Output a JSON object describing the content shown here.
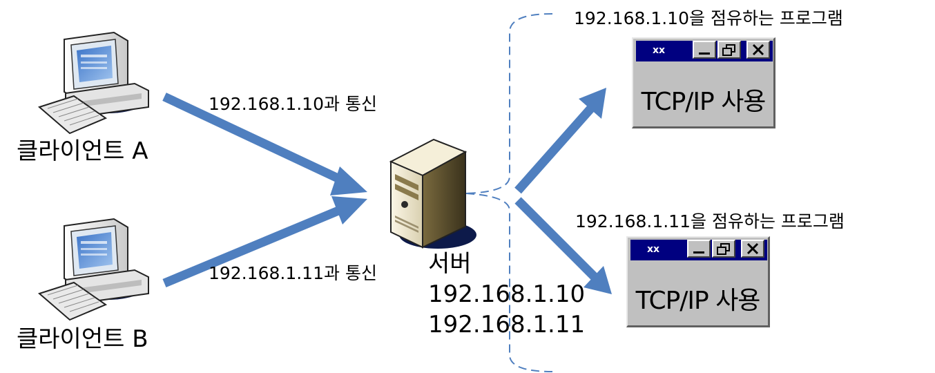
{
  "clients": [
    {
      "label": "클라이언트 A",
      "link": "192.168.1.10과 통신"
    },
    {
      "label": "클라이언트 B",
      "link": "192.168.1.11과 통신"
    }
  ],
  "server": {
    "label": "서버",
    "ips": [
      "192.168.1.10",
      "192.168.1.11"
    ]
  },
  "programs": [
    {
      "title": "192.168.1.10을 점유하는 프로그램",
      "window_title": "xx",
      "body": "TCP/IP 사용"
    },
    {
      "title": "192.168.1.11을 점유하는 프로그램",
      "window_title": "xx",
      "body": "TCP/IP 사용"
    }
  ],
  "colors": {
    "arrow": "#4f7fbf",
    "bracket": "#4f7fbf",
    "window_title_bar": "#000080",
    "window_face": "#c0c0c0"
  },
  "icons": [
    "computer-icon",
    "server-icon",
    "minimize-icon",
    "restore-icon",
    "close-icon"
  ]
}
